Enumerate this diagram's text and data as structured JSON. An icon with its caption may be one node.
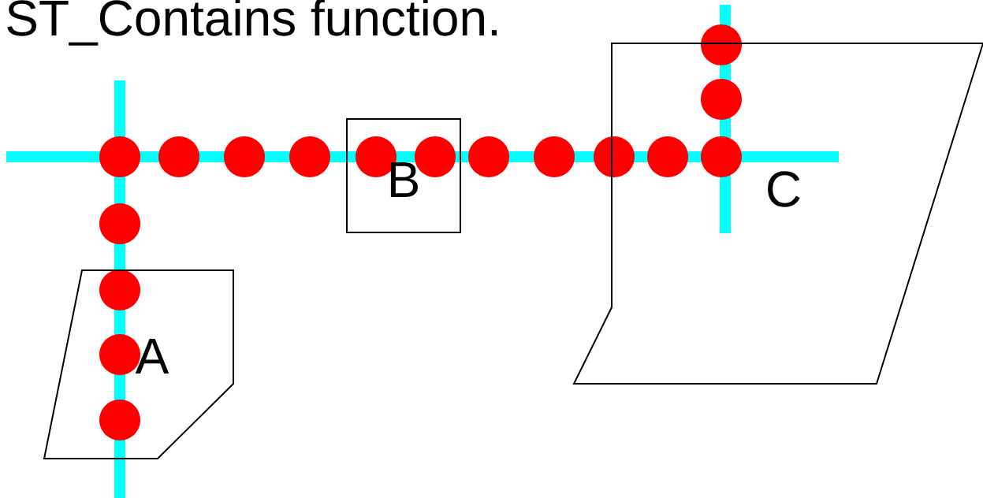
{
  "diagram": {
    "title": "ST_Contains function.",
    "nodes": [
      {
        "text": [
          "A"
        ]
      },
      {
        "text": [
          "B"
        ]
      },
      {
        "text": [
          "C"
        ]
      }
    ]
  }
}
